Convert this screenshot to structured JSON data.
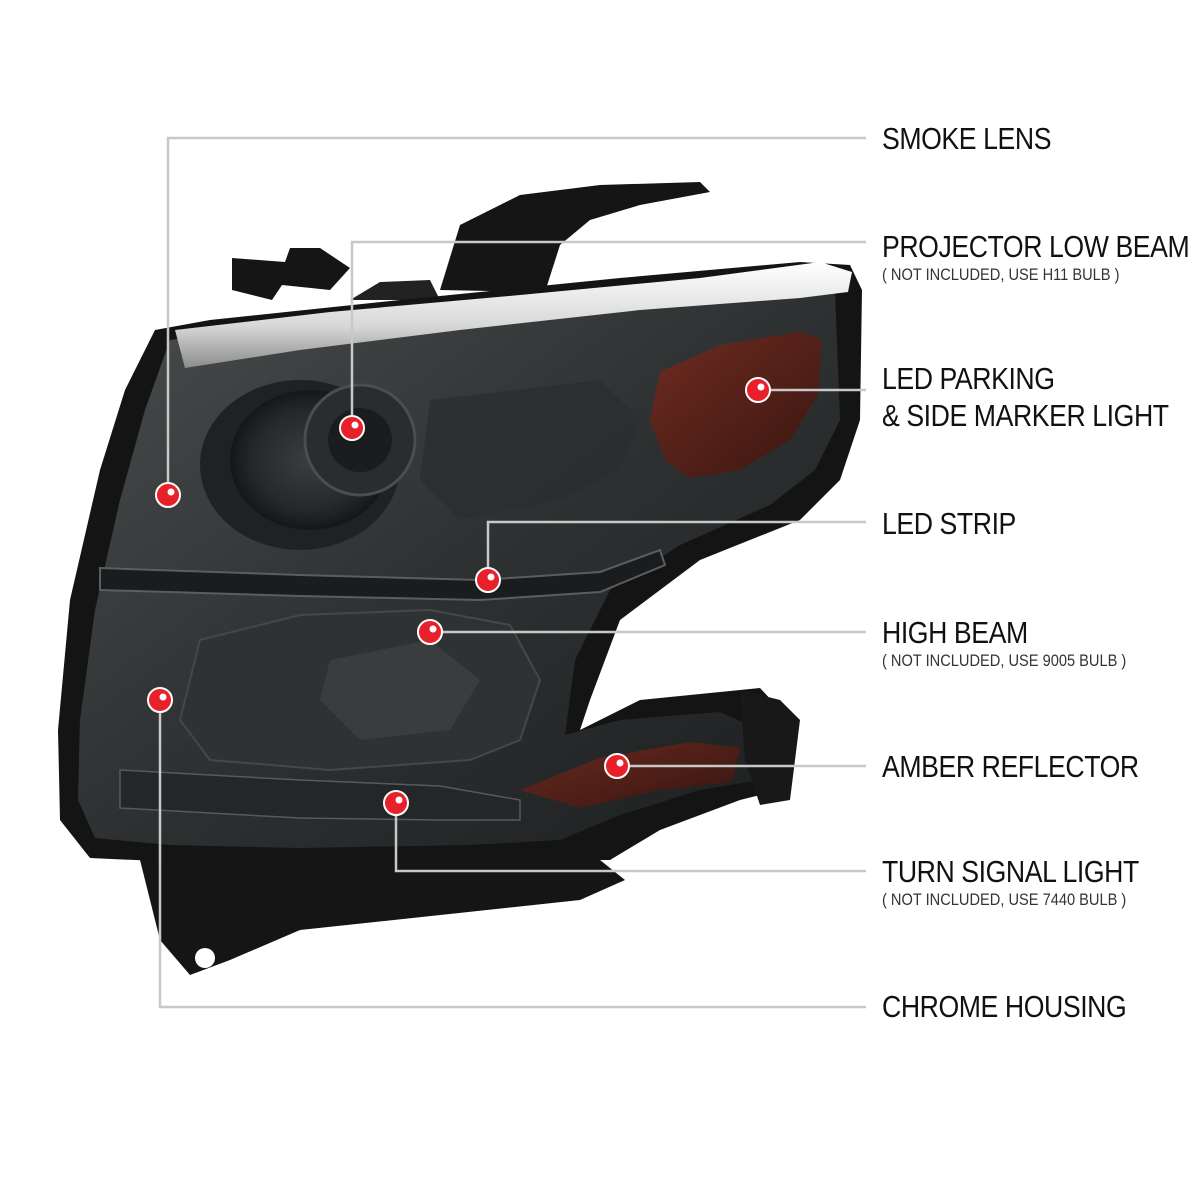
{
  "callouts": [
    {
      "id": "smoke-lens",
      "title": "SMOKE LENS",
      "note": ""
    },
    {
      "id": "projector-low-beam",
      "title": "PROJECTOR LOW BEAM",
      "note": "( NOT INCLUDED, USE  H11  BULB )"
    },
    {
      "id": "led-parking",
      "title_lines": [
        "LED PARKING",
        "& SIDE MARKER LIGHT"
      ],
      "note": ""
    },
    {
      "id": "led-strip",
      "title": "LED STRIP",
      "note": ""
    },
    {
      "id": "high-beam",
      "title": "HIGH BEAM",
      "note": "( NOT INCLUDED, USE  9005  BULB )"
    },
    {
      "id": "amber-reflector",
      "title": "AMBER REFLECTOR",
      "note": ""
    },
    {
      "id": "turn-signal",
      "title": "TURN SIGNAL LIGHT",
      "note": "( NOT INCLUDED, USE  7440  BULB )"
    },
    {
      "id": "chrome-housing",
      "title": "CHROME HOUSING",
      "note": ""
    }
  ],
  "colors": {
    "leader_line": "#c8c8c8",
    "marker": "#e8202a",
    "lens_smoke": "#3a3d3e",
    "housing_black": "#141414",
    "chrome": "#e6e6e6",
    "amber": "#5a1c12"
  },
  "icons": {
    "marker": "red-dot-marker"
  }
}
